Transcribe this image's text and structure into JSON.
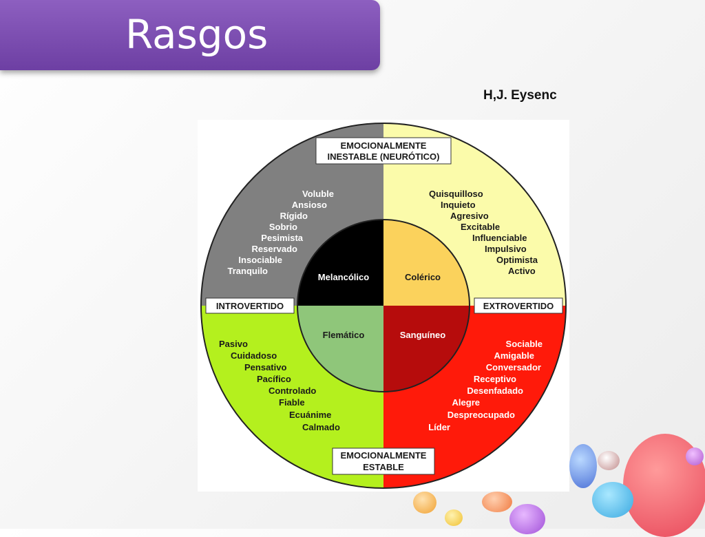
{
  "slide": {
    "title": "Rasgos",
    "subtitle": "H,J. Eysenc"
  },
  "diagram": {
    "axis_labels": {
      "top_line1": "EMOCIONALMENTE",
      "top_line2": "INESTABLE (NEURÓTICO)",
      "bottom_line1": "EMOCIONALMENTE",
      "bottom_line2": "ESTABLE",
      "left": "INTROVERTIDO",
      "right": "EXTROVERTIDO"
    },
    "temperaments": {
      "top_left": "Melancólico",
      "top_right": "Colérico",
      "bottom_left": "Flemático",
      "bottom_right": "Sanguíneo"
    },
    "traits": {
      "top_left": [
        "Voluble",
        "Ansioso",
        "Rígido",
        "Sobrio",
        "Pesimista",
        "Reservado",
        "Insociable",
        "Tranquilo"
      ],
      "top_right": [
        "Quisquilloso",
        "Inquieto",
        "Agresivo",
        "Excitable",
        "Influenciable",
        "Impulsivo",
        "Optimista",
        "Activo"
      ],
      "bottom_left": [
        "Pasivo",
        "Cuidadoso",
        "Pensativo",
        "Pacífico",
        "Controlado",
        "Fiable",
        "Ecuánime",
        "Calmado"
      ],
      "bottom_right": [
        "Sociable",
        "Amigable",
        "Conversador",
        "Receptivo",
        "Desenfadado",
        "Alegre",
        "Despreocupado",
        "Líder"
      ]
    },
    "colors": {
      "outer_top_left": "#808080",
      "outer_top_right": "#fbfbaa",
      "outer_bottom_left": "#b4f01e",
      "outer_bottom_right": "#ff1a0a",
      "inner_top_left": "#000000",
      "inner_top_right": "#fbd25c",
      "inner_bottom_left": "#8fc67a",
      "inner_bottom_right": "#b60c0c"
    }
  }
}
